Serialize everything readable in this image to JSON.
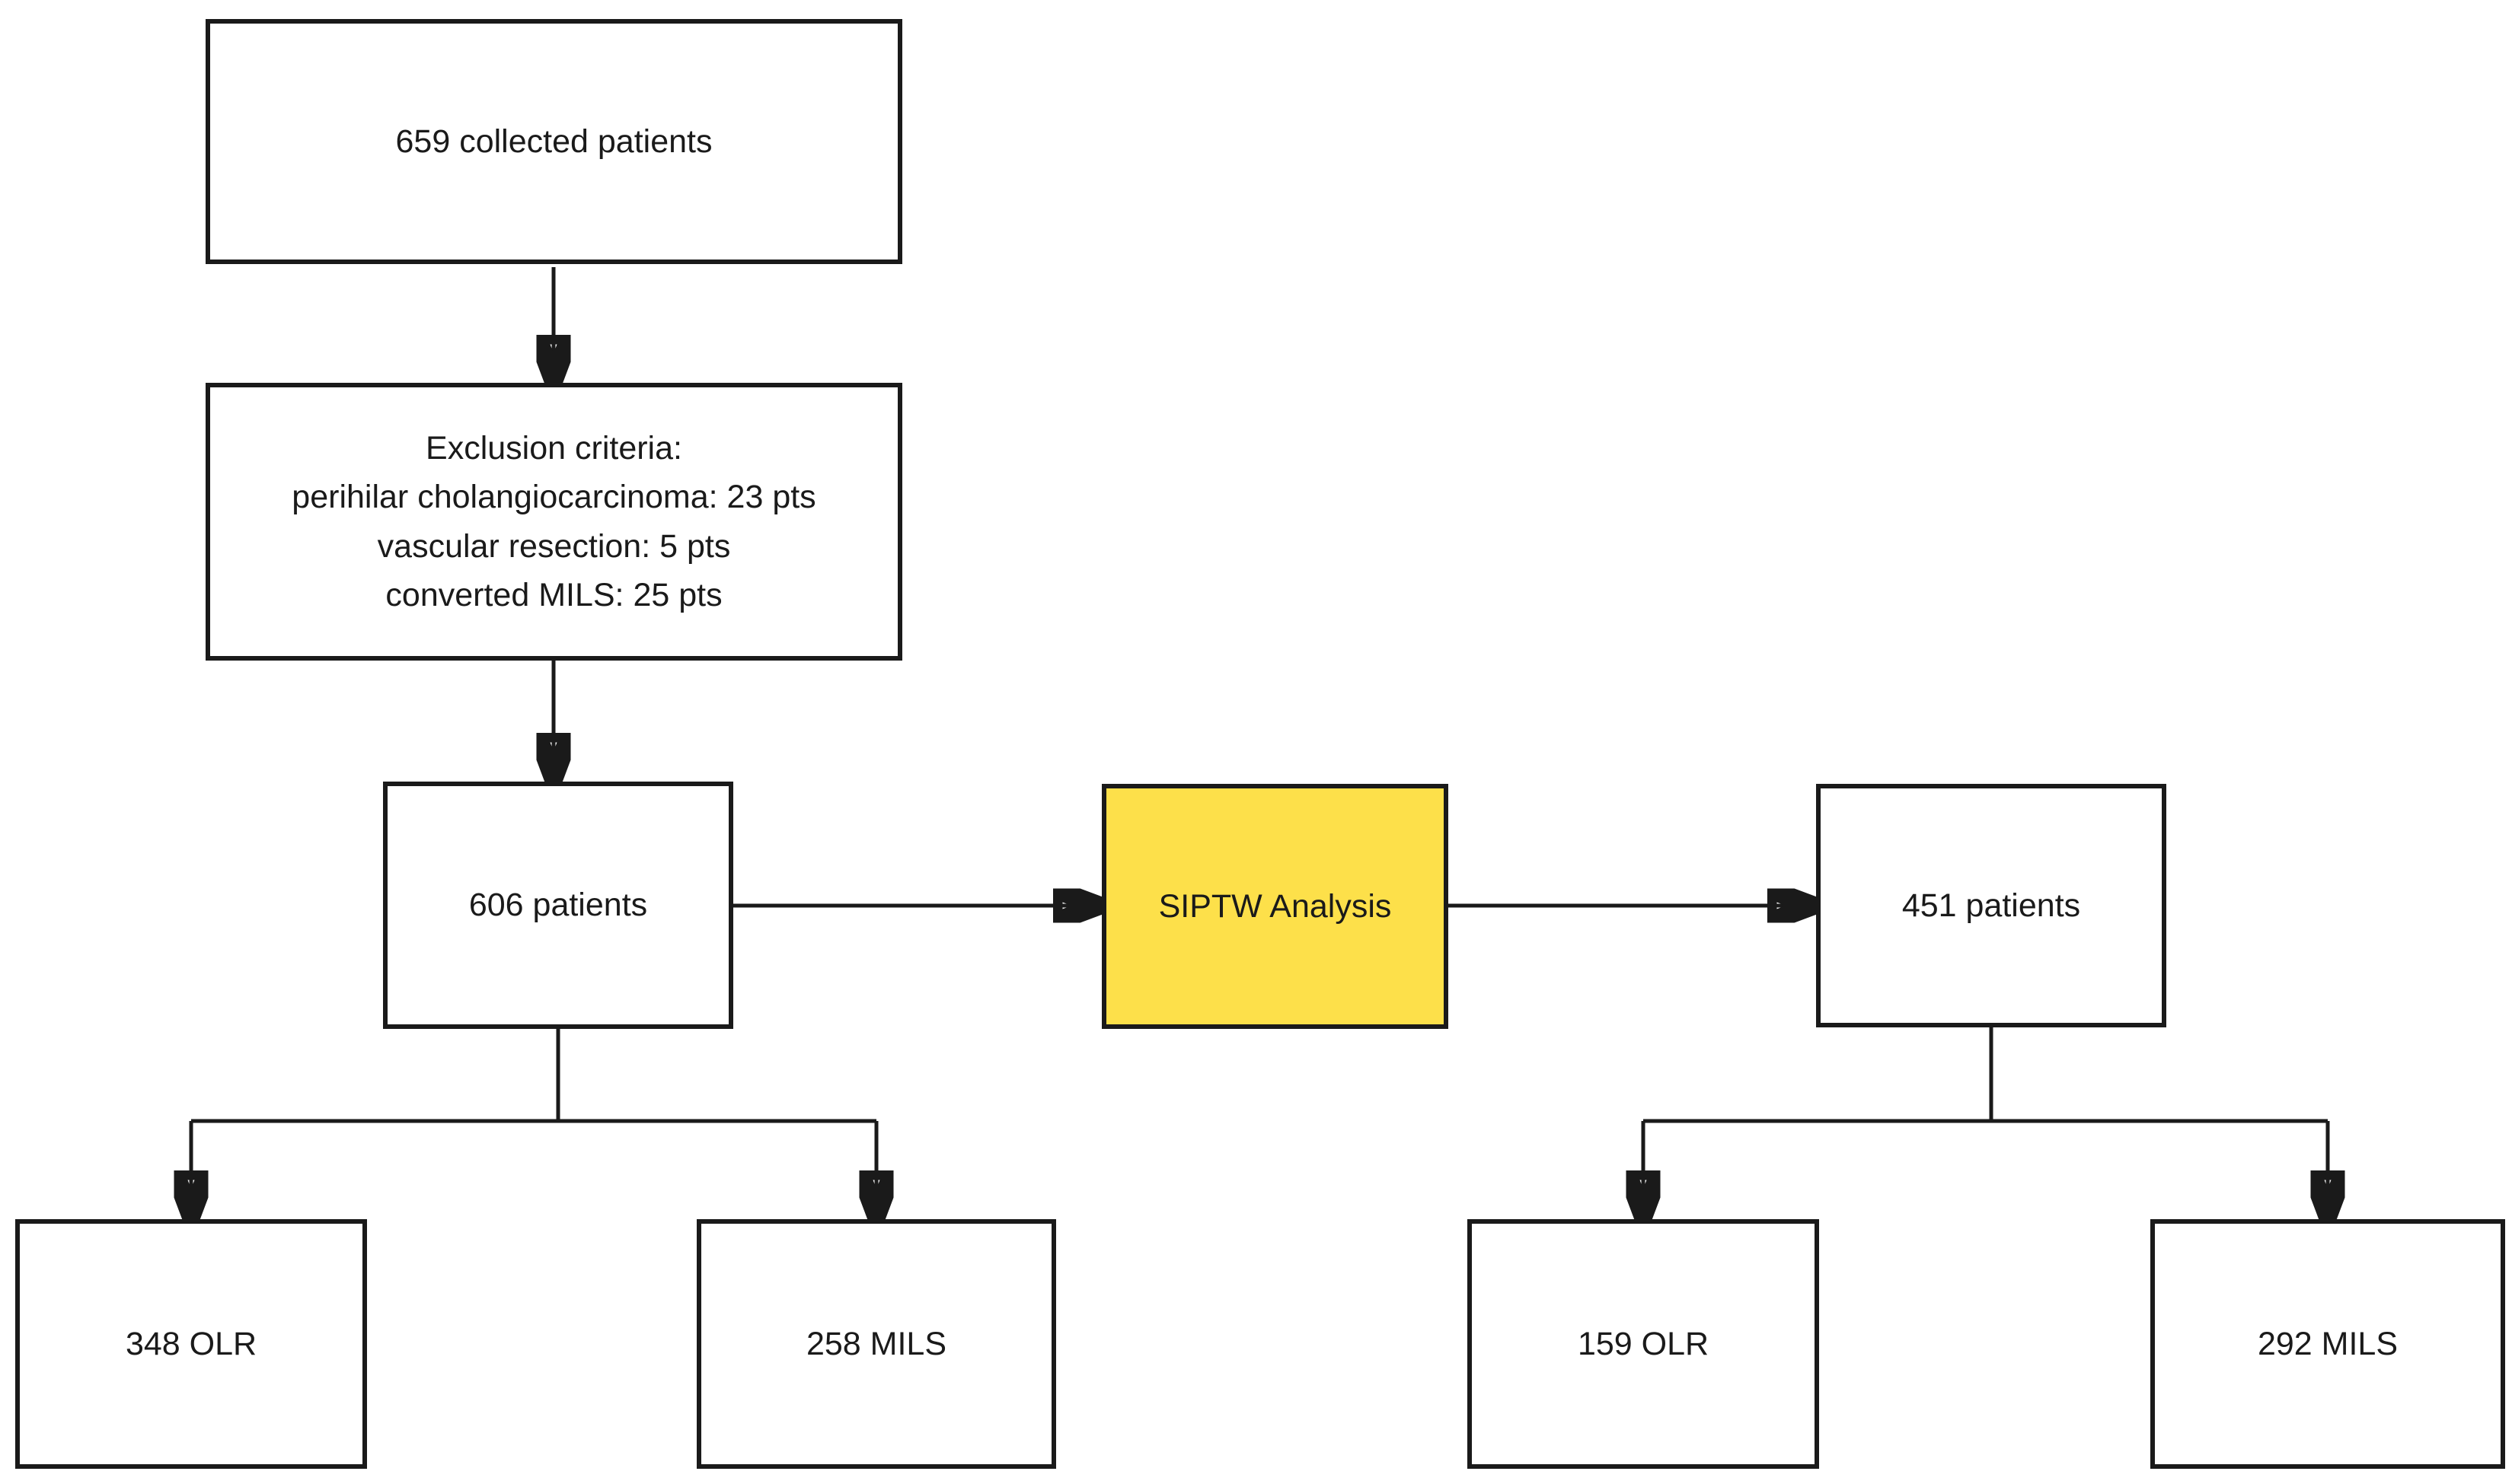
{
  "diagram": {
    "type": "flowchart",
    "colors": {
      "accent_yellow": "#fde04a",
      "line": "#1a1a1a",
      "background": "#ffffff"
    },
    "nodes": {
      "collected": {
        "label": "659 collected patients"
      },
      "exclusion": {
        "title": "Exclusion criteria:",
        "item1": "perihilar cholangiocarcinoma: 23 pts",
        "item2": "vascular resection: 5 pts",
        "item3": "converted MILS: 25 pts"
      },
      "patients606": {
        "label": "606 patients"
      },
      "siptw": {
        "label": "SIPTW Analysis",
        "highlight": "#fde04a"
      },
      "patients451": {
        "label": "451 patients"
      },
      "olr348": {
        "label": "348 OLR"
      },
      "mils258": {
        "label": "258 MILS"
      },
      "olr159": {
        "label": "159 OLR"
      },
      "mils292": {
        "label": "292 MILS"
      }
    },
    "edges": [
      {
        "from": "collected",
        "to": "exclusion",
        "arrow": "down"
      },
      {
        "from": "exclusion",
        "to": "patients606",
        "arrow": "down"
      },
      {
        "from": "patients606",
        "to": "siptw",
        "arrow": "right"
      },
      {
        "from": "siptw",
        "to": "patients451",
        "arrow": "right"
      },
      {
        "from": "patients606",
        "to": "olr348",
        "arrow": "down-branch"
      },
      {
        "from": "patients606",
        "to": "mils258",
        "arrow": "down-branch"
      },
      {
        "from": "patients451",
        "to": "olr159",
        "arrow": "down-branch"
      },
      {
        "from": "patients451",
        "to": "mils292",
        "arrow": "down-branch"
      }
    ]
  }
}
